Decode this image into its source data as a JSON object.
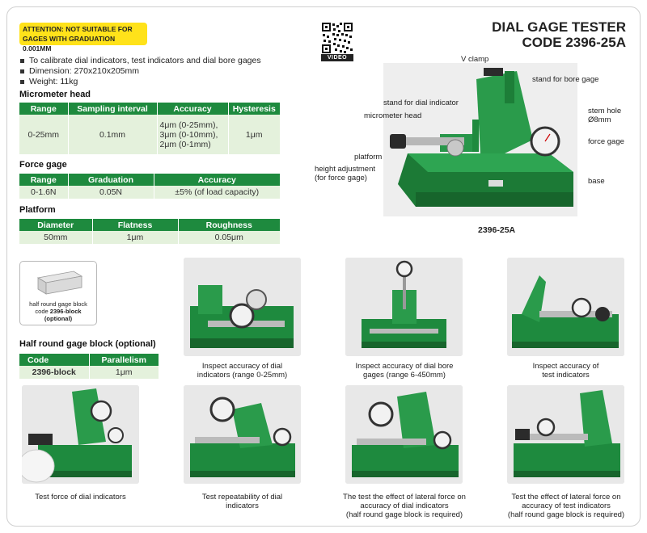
{
  "warning": "ATTENTION: NOT SUITABLE FOR GAGES WITH GRADUATION 0.001MM",
  "qr_label": "VIDEO",
  "title_line1": "DIAL GAGE TESTER",
  "title_line2": "CODE 2396-25A",
  "bullets": [
    "To calibrate dial indicators, test indicators and dial bore gages",
    "Dimension: 270x210x205mm",
    "Weight: 11kg"
  ],
  "micrometer": {
    "title": "Micrometer head",
    "headers": [
      "Range",
      "Sampling interval",
      "Accuracy",
      "Hysteresis"
    ],
    "row": {
      "range": "0-25mm",
      "interval": "0.1mm",
      "accuracy": [
        "4μm (0-25mm),",
        "3μm (0-10mm),",
        "2μm (0-1mm)"
      ],
      "hysteresis": "1μm"
    }
  },
  "force": {
    "title": "Force gage",
    "headers": [
      "Range",
      "Graduation",
      "Accuracy"
    ],
    "row": [
      "0-1.6N",
      "0.05N",
      "±5% (of load capacity)"
    ]
  },
  "platform": {
    "title": "Platform",
    "headers": [
      "Diameter",
      "Flatness",
      "Roughness"
    ],
    "row": [
      "50mm",
      "1μm",
      "0.05μm"
    ]
  },
  "callouts": {
    "v_clamp": "V clamp",
    "stand_bore": "stand for bore gage",
    "stand_dial": "stand for dial indicator",
    "micro_head": "micrometer head",
    "stem_hole_1": "stem hole",
    "stem_hole_2": "Ø8mm",
    "force_gage": "force gage",
    "platform": "platform",
    "height_adj_1": "height adjustment",
    "height_adj_2": "(for force gage)",
    "base": "base"
  },
  "main_caption": "2396-25A",
  "block_thumb": {
    "line1": "half round gage block",
    "line2_prefix": "code ",
    "line2_code": "2396-block",
    "line3": "(optional)"
  },
  "block": {
    "title": "Half round gage block (optional)",
    "headers": [
      "Code",
      "Parallelism"
    ],
    "row": [
      "2396-block",
      "1μm"
    ]
  },
  "captions": {
    "p1": [
      "Inspect accuracy of dial",
      "indicators (range 0-25mm)"
    ],
    "p2": [
      "Inspect accuracy of dial bore",
      "gages (range 6-450mm)"
    ],
    "p3": [
      "Inspect accuracy of",
      "test indicators"
    ],
    "p4": [
      "Test force of dial indicators"
    ],
    "p5": [
      "Test repeatability of dial",
      "indicators"
    ],
    "p6": [
      "The test the effect of lateral force on",
      "accuracy of dial indicators",
      "(half round gage block is required)"
    ],
    "p7": [
      "Test the effect of lateral force on",
      "accuracy of test indicators",
      "(half round gage block is required)"
    ]
  },
  "colors": {
    "green": "#1e8a3e",
    "light_green": "#e4f1dc",
    "yellow": "#ffe21a"
  }
}
